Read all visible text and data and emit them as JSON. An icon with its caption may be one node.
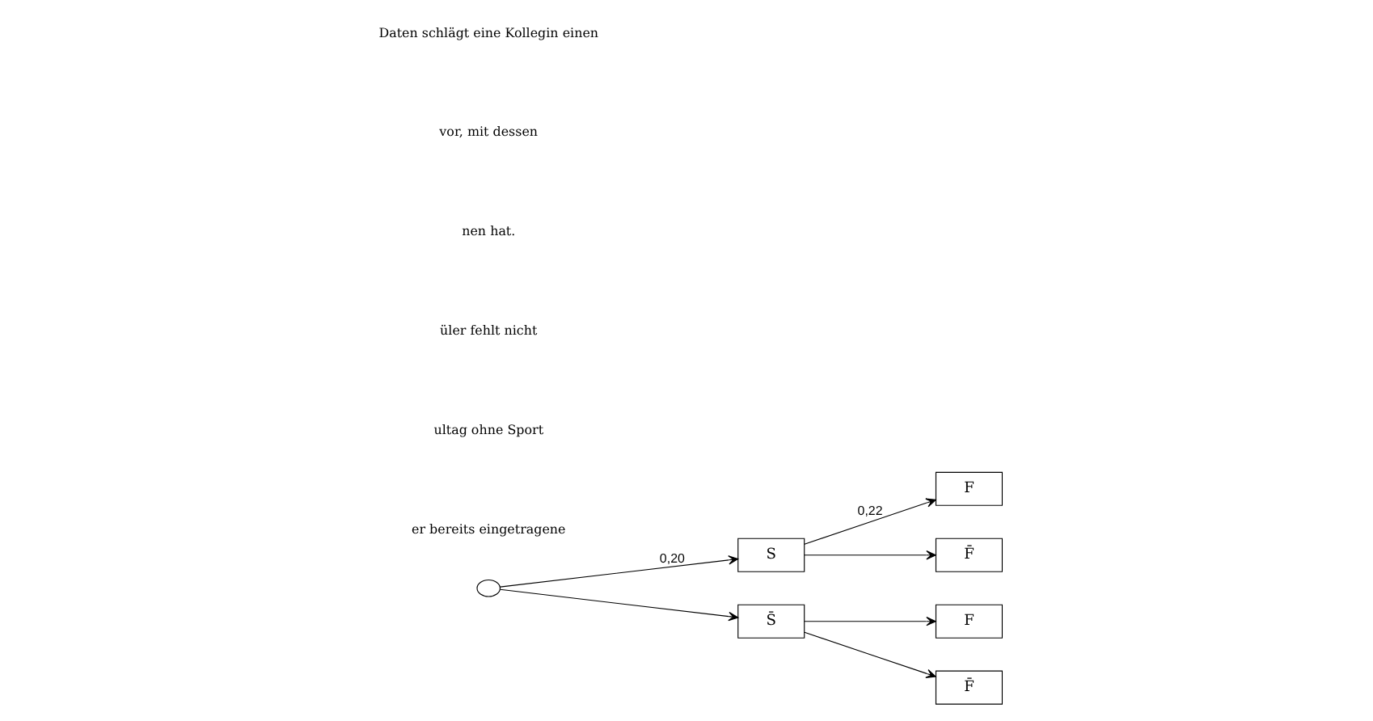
{
  "diagram": {
    "nodes": [
      {
        "text": [],
        "shape": "circle"
      },
      {
        "text": [
          "S"
        ]
      },
      {
        "text": [
          "S̄"
        ]
      },
      {
        "text": [
          "F"
        ]
      },
      {
        "text": [
          "F̄"
        ]
      },
      {
        "text": [
          "F"
        ]
      },
      {
        "text": [
          "F̄"
        ]
      }
    ],
    "edges": [
      {
        "from": 0,
        "to": 1,
        "arrow": "to",
        "label": "0,20"
      },
      {
        "from": 0,
        "to": 2,
        "arrow": "to"
      },
      {
        "from": 1,
        "to": 3,
        "arrow": "to",
        "label": "0,22"
      },
      {
        "from": 1,
        "to": 4,
        "arrow": "to"
      },
      {
        "from": 2,
        "to": 5,
        "arrow": "to"
      },
      {
        "from": 2,
        "to": 6,
        "arrow": "to"
      }
    ],
    "labels": [
      "Daten schlägt eine Kollegin einen",
      "vor, mit dessen",
      "nen hat.",
      "üler fehlt nicht",
      "ultag ohne Sport",
      "er bereits eingetragene"
    ]
  }
}
